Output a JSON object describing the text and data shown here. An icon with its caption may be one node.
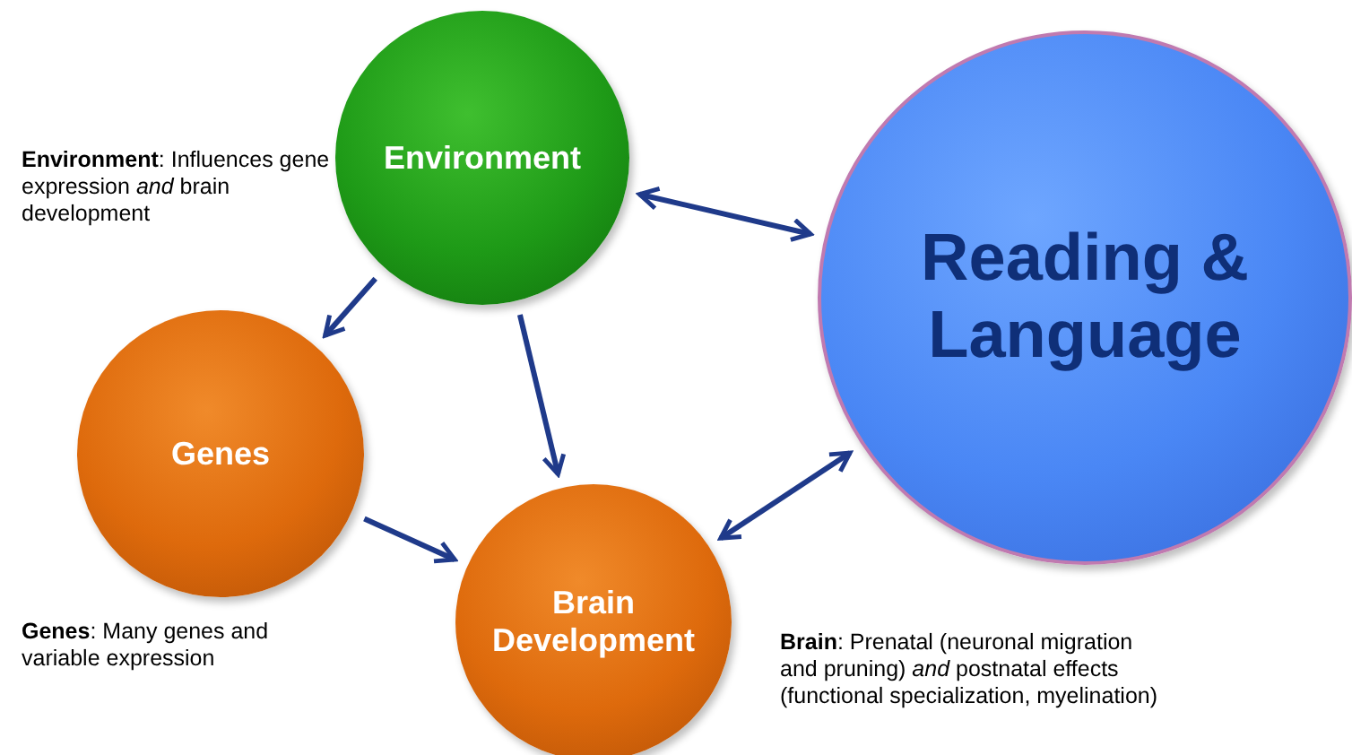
{
  "diagram": {
    "nodes": [
      {
        "text": [
          "Environment"
        ],
        "beside": [
          "**Environment**: Influences gene expression *and* brain development"
        ]
      },
      {
        "text": [
          "Genes"
        ],
        "beside": [
          "**Genes**: Many genes and variable expression"
        ]
      },
      {
        "text": [
          "Brain Development"
        ],
        "beside": [
          "**Brain**: Prenatal (neuronal migration and pruning) *and* postnatal effects (functional specialization, myelination)"
        ]
      },
      {
        "text": [
          "Reading & Language"
        ]
      }
    ],
    "edges": [
      {
        "from": 0,
        "to": 3,
        "arrow": "both"
      },
      {
        "from": 0,
        "to": 1,
        "arrow": "to"
      },
      {
        "from": 0,
        "to": 2,
        "arrow": "to"
      },
      {
        "from": 1,
        "to": 2,
        "arrow": "to"
      },
      {
        "from": 2,
        "to": 3,
        "arrow": "both"
      }
    ]
  }
}
